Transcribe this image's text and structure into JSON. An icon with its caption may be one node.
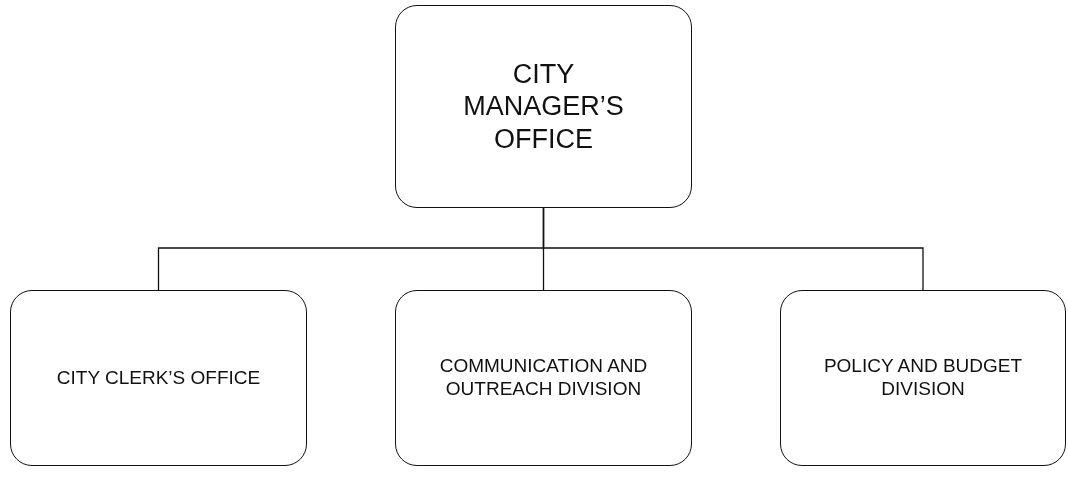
{
  "diagram": {
    "nodes": [
      {
        "text": [
          "CITY MANAGER’S OFFICE"
        ]
      },
      {
        "text": [
          "CITY CLERK’S OFFICE"
        ]
      },
      {
        "text": [
          "COMMUNICATION AND OUTREACH DIVISION"
        ]
      },
      {
        "text": [
          "POLICY AND BUDGET DIVISION"
        ]
      }
    ],
    "edges": [
      {
        "from": 0,
        "to": 1,
        "arrow": "none"
      },
      {
        "from": 0,
        "to": 2,
        "arrow": "none"
      },
      {
        "from": 0,
        "to": 3,
        "arrow": "none"
      }
    ]
  }
}
